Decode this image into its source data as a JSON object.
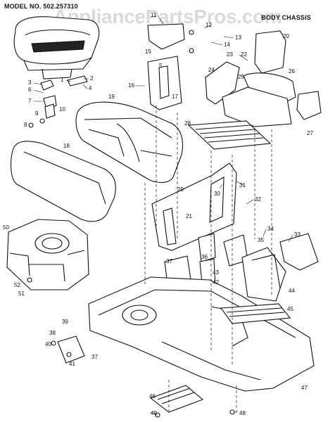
{
  "header": {
    "model_label": "MODEL NO. 502.257310",
    "section_title": "BODY CHASSIS",
    "watermark": "AppliancePartsPros.com"
  },
  "diagram": {
    "callouts": [
      "1",
      "2",
      "3",
      "4",
      "5",
      "6",
      "7",
      "8",
      "9",
      "10",
      "11",
      "12",
      "13",
      "14",
      "15",
      "16",
      "17",
      "18",
      "19",
      "20",
      "21",
      "22",
      "23",
      "24",
      "25",
      "26",
      "27",
      "28",
      "29",
      "30",
      "31",
      "32",
      "33",
      "34",
      "35",
      "36",
      "37",
      "38",
      "39",
      "40",
      "41",
      "42",
      "43",
      "44",
      "45",
      "46",
      "47",
      "48",
      "49",
      "50",
      "51",
      "52"
    ]
  }
}
